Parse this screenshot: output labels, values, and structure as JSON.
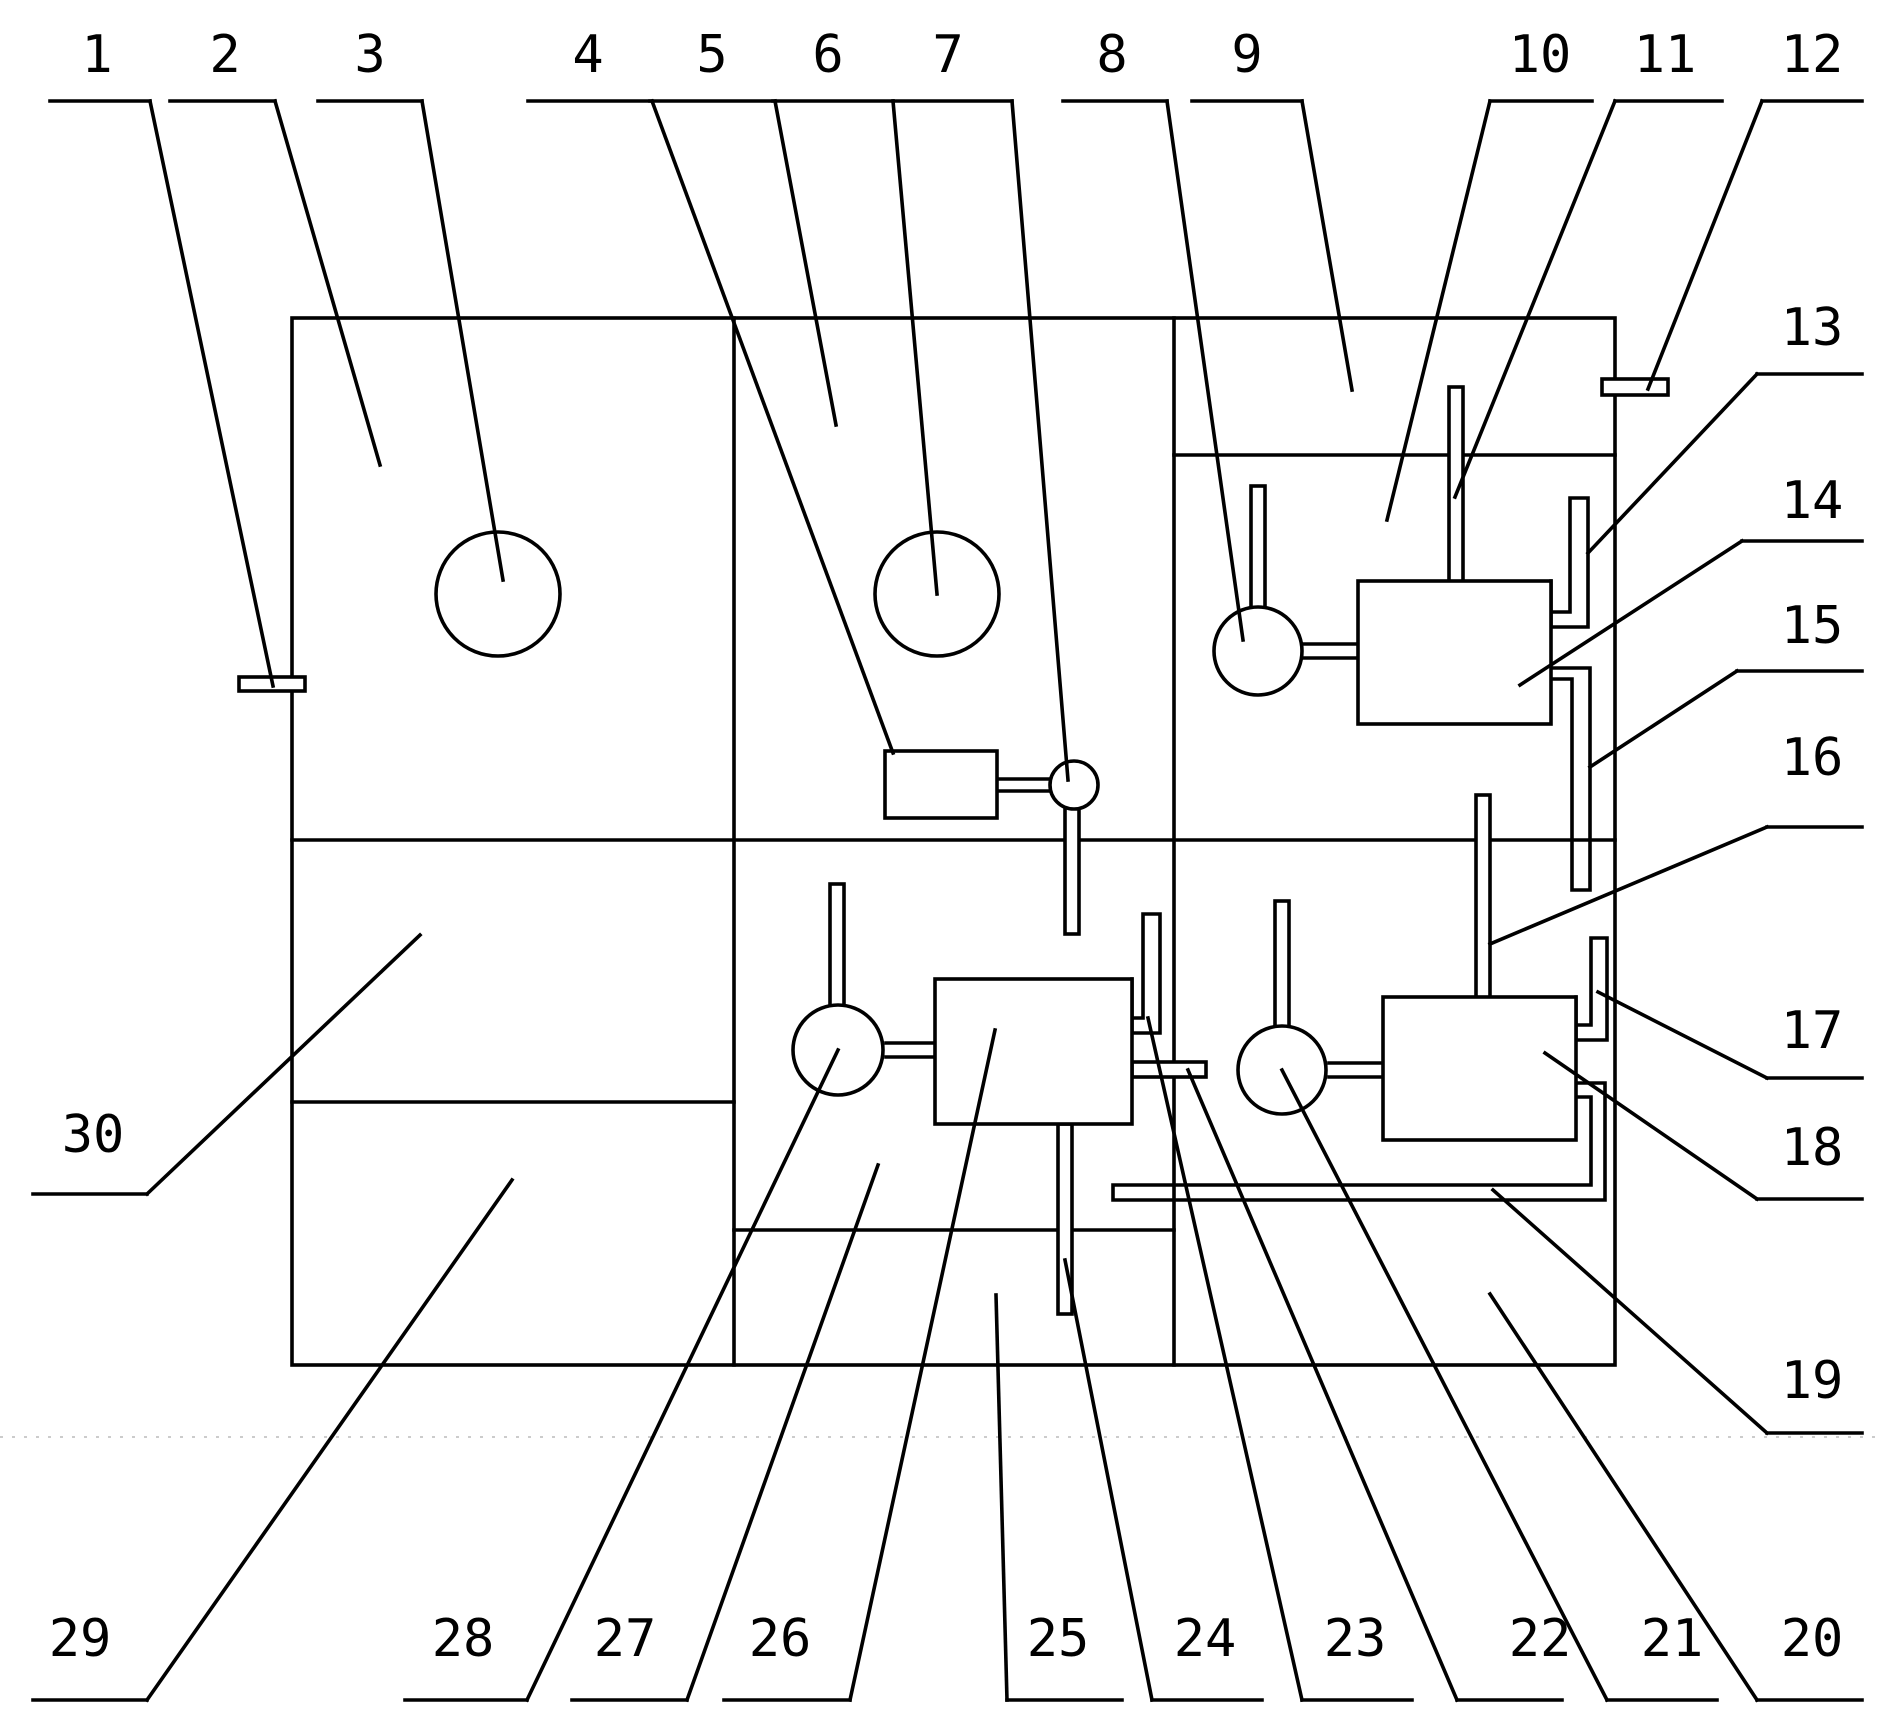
{
  "labels": [
    "1",
    "2",
    "3",
    "4",
    "5",
    "6",
    "7",
    "8",
    "9",
    "10",
    "11",
    "12",
    "13",
    "14",
    "15",
    "16",
    "17",
    "18",
    "19",
    "20",
    "21",
    "22",
    "23",
    "24",
    "25",
    "26",
    "27",
    "28",
    "29",
    "30"
  ]
}
